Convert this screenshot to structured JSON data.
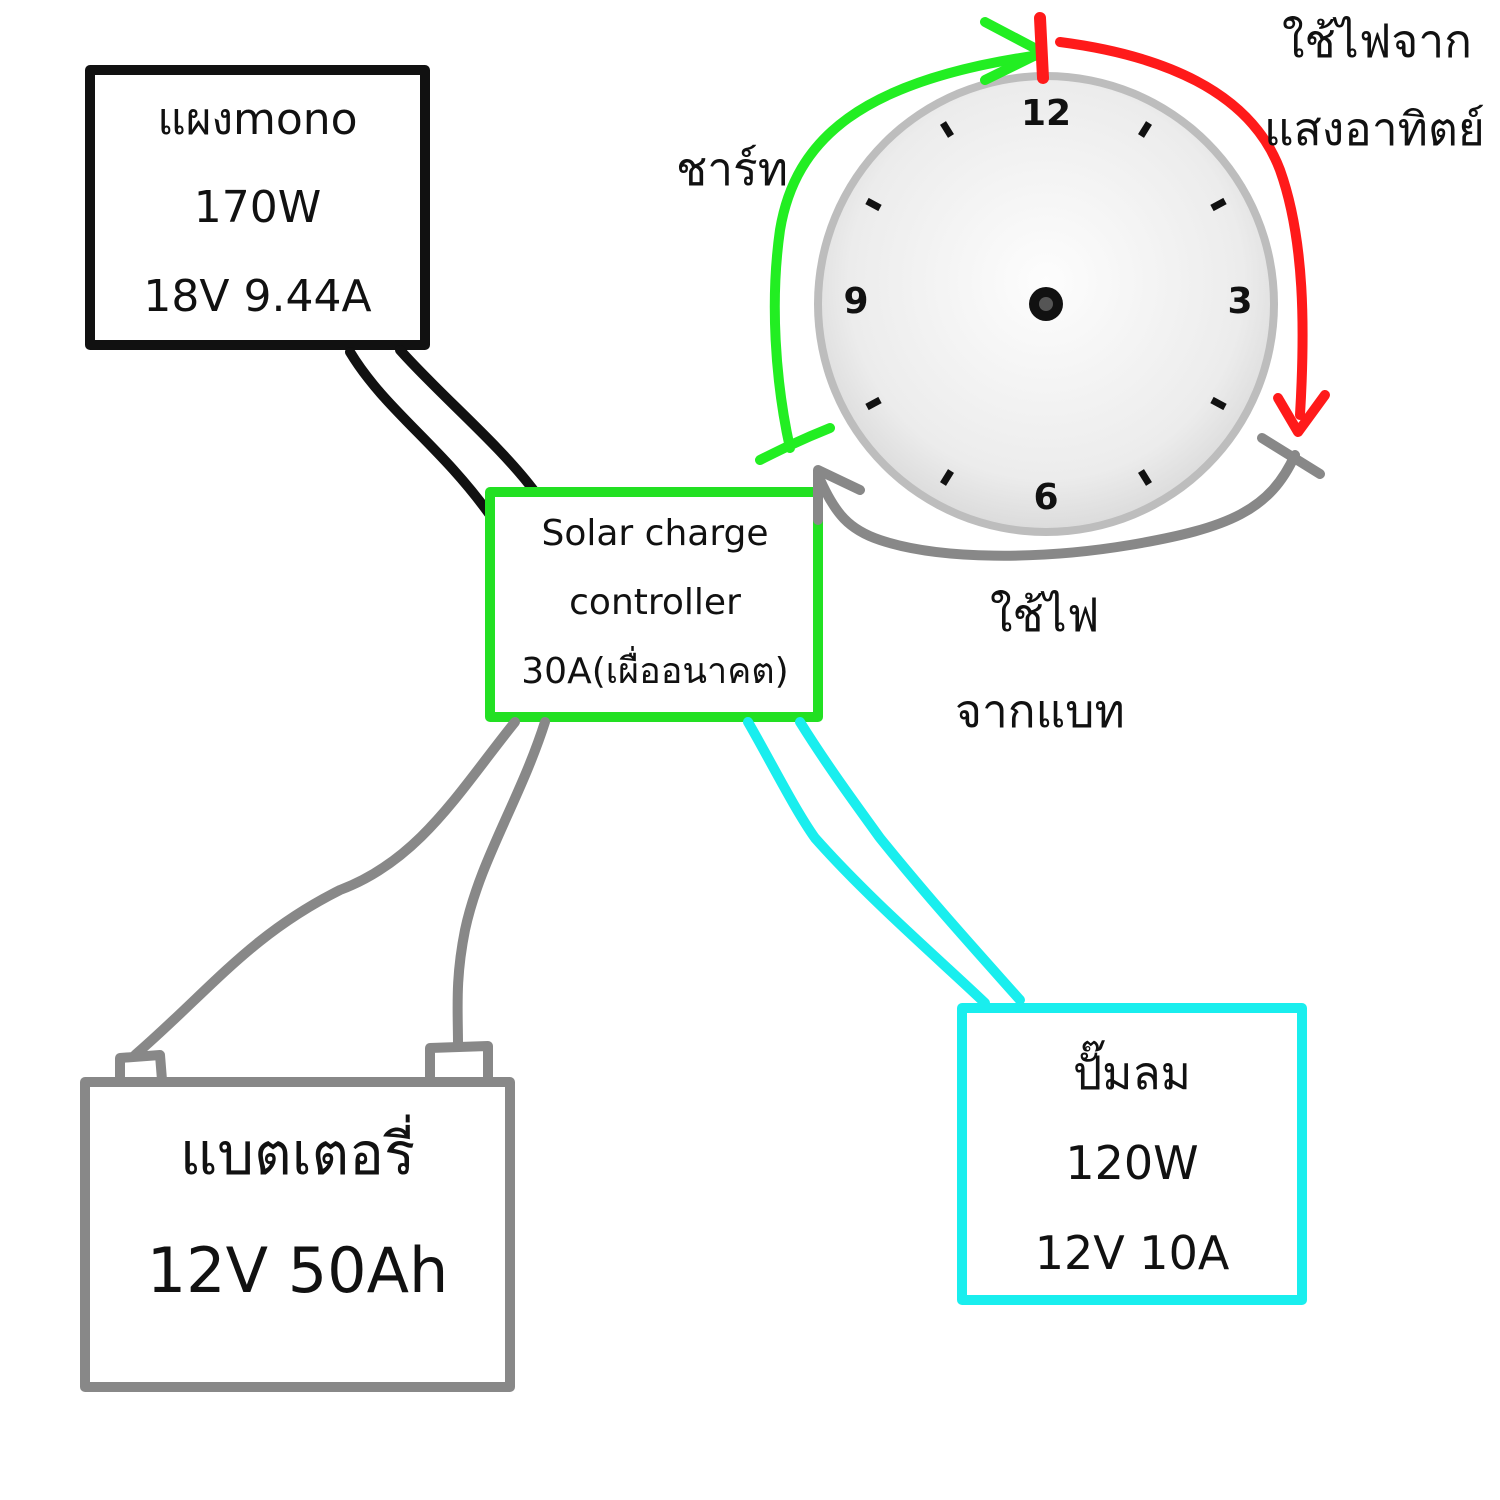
{
  "solar_panel": {
    "name": "แผงmono",
    "power": "170W",
    "rating": "18V 9.44A"
  },
  "controller": {
    "line1": "Solar charge",
    "line2": "controller",
    "line3": "30A(เผื่ออนาคต)"
  },
  "battery": {
    "name": "แบตเตอรี่",
    "rating": "12V 50Ah"
  },
  "pump": {
    "name": "ปั๊มลม",
    "power": "120W",
    "rating": "12V 10A"
  },
  "clock": {
    "n12": "12",
    "n3": "3",
    "n6": "6",
    "n9": "9"
  },
  "notes": {
    "charge": "ชาร์ท",
    "solar_use_1": "ใช้ไฟจาก",
    "solar_use_2": "แสงอาทิตย์",
    "battery_use_1": "ใช้ไฟ",
    "battery_use_2": "จากแบท"
  },
  "colors": {
    "panel": "#111111",
    "controller": "#22e022",
    "battery": "#888888",
    "pump": "#19eeee",
    "charge_arrow": "#22ee22",
    "solar_arrow": "#ff1a1a",
    "battery_arrow": "#888888"
  }
}
